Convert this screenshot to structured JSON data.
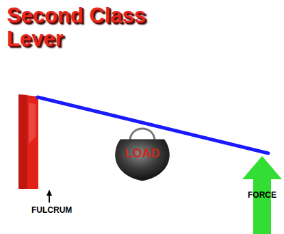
{
  "diagram": {
    "title": "Second Class Lever",
    "nodes": [
      {
        "text": [
          "LOAD"
        ]
      },
      {
        "text": [
          "FORCE"
        ]
      }
    ],
    "labels": [
      "FULCRUM"
    ]
  }
}
